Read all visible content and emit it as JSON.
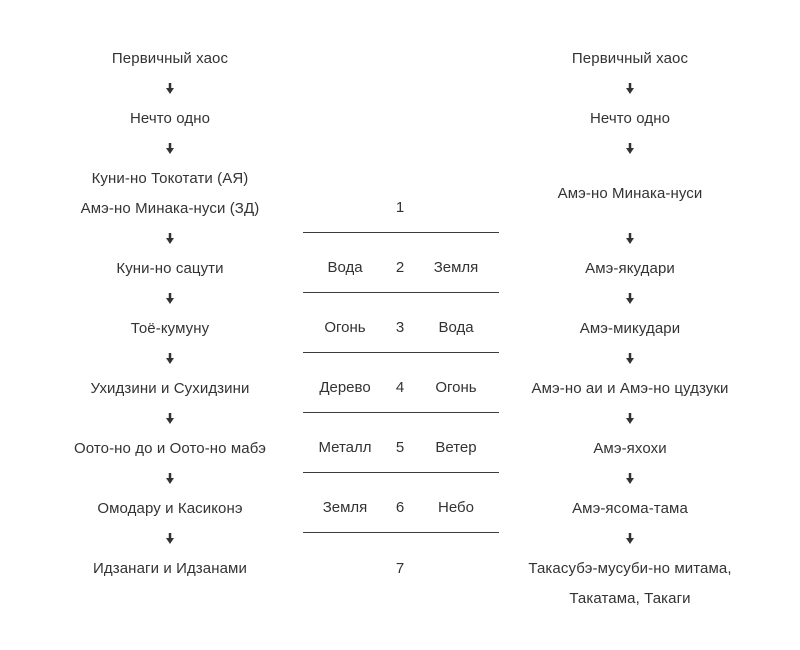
{
  "colors": {
    "text": "#333333",
    "line": "#3c3c3c",
    "background": "#ffffff"
  },
  "left_chain": {
    "nodes": [
      "Первичный хаос",
      "Нечто одно",
      "Куни-но Токотати (АЯ)",
      "Амэ-но Минака-нуси (ЗД)",
      "Куни-но сацути",
      "Тоё-кумуну",
      "Ухидзини и Сухидзини",
      "Оото-но до и Оото-но мабэ",
      "Омодару и Касиконэ",
      "Идзанаги и Идзанами"
    ]
  },
  "right_chain": {
    "nodes": [
      "Первичный хаос",
      "Нечто одно",
      "Амэ-но Минака-нуси",
      "Амэ-якудари",
      "Амэ-микудари",
      "Амэ-но аи и Амэ-но цудзуки",
      "Амэ-яхохи",
      "Амэ-ясома-тама",
      "Такасубэ-мусуби-но митама,",
      "Такатама, Такаги"
    ]
  },
  "elements_table": {
    "rows": [
      {
        "left": "",
        "num": "1",
        "right": ""
      },
      {
        "left": "Вода",
        "num": "2",
        "right": "Земля"
      },
      {
        "left": "Огонь",
        "num": "3",
        "right": "Вода"
      },
      {
        "left": "Дерево",
        "num": "4",
        "right": "Огонь"
      },
      {
        "left": "Металл",
        "num": "5",
        "right": "Ветер"
      },
      {
        "left": "Земля",
        "num": "6",
        "right": "Небо"
      },
      {
        "left": "",
        "num": "7",
        "right": ""
      }
    ]
  }
}
